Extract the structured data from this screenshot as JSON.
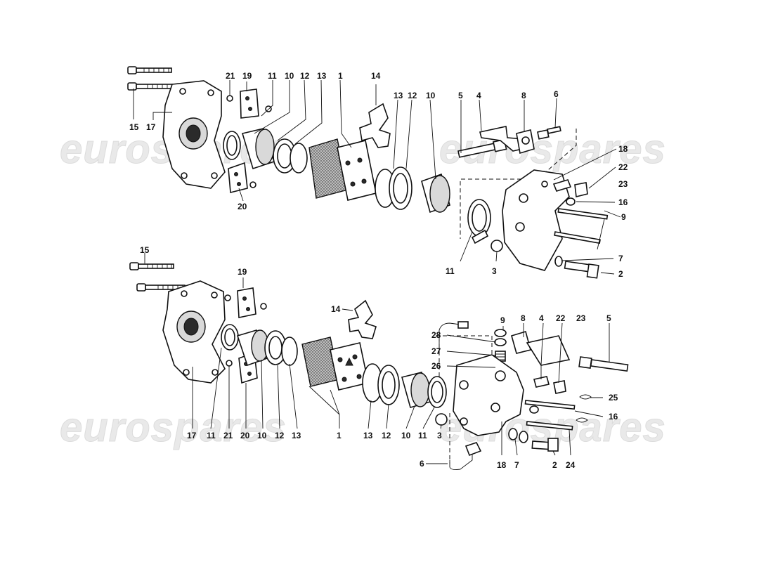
{
  "watermark": "eurospares",
  "callouts": {
    "top": [
      "21",
      "19",
      "11",
      "10",
      "12",
      "13",
      "1",
      "14",
      "13",
      "12",
      "10",
      "5",
      "4",
      "8",
      "6",
      "15",
      "17",
      "18",
      "22",
      "23",
      "16",
      "9",
      "20",
      "11",
      "3",
      "7",
      "2"
    ],
    "bottom": [
      "15",
      "19",
      "14",
      "9",
      "8",
      "4",
      "22",
      "23",
      "5",
      "28",
      "27",
      "26",
      "25",
      "16",
      "17",
      "11",
      "21",
      "20",
      "10",
      "12",
      "13",
      "1",
      "13",
      "12",
      "10",
      "11",
      "3",
      "18",
      "7",
      "2",
      "24",
      "6"
    ]
  }
}
